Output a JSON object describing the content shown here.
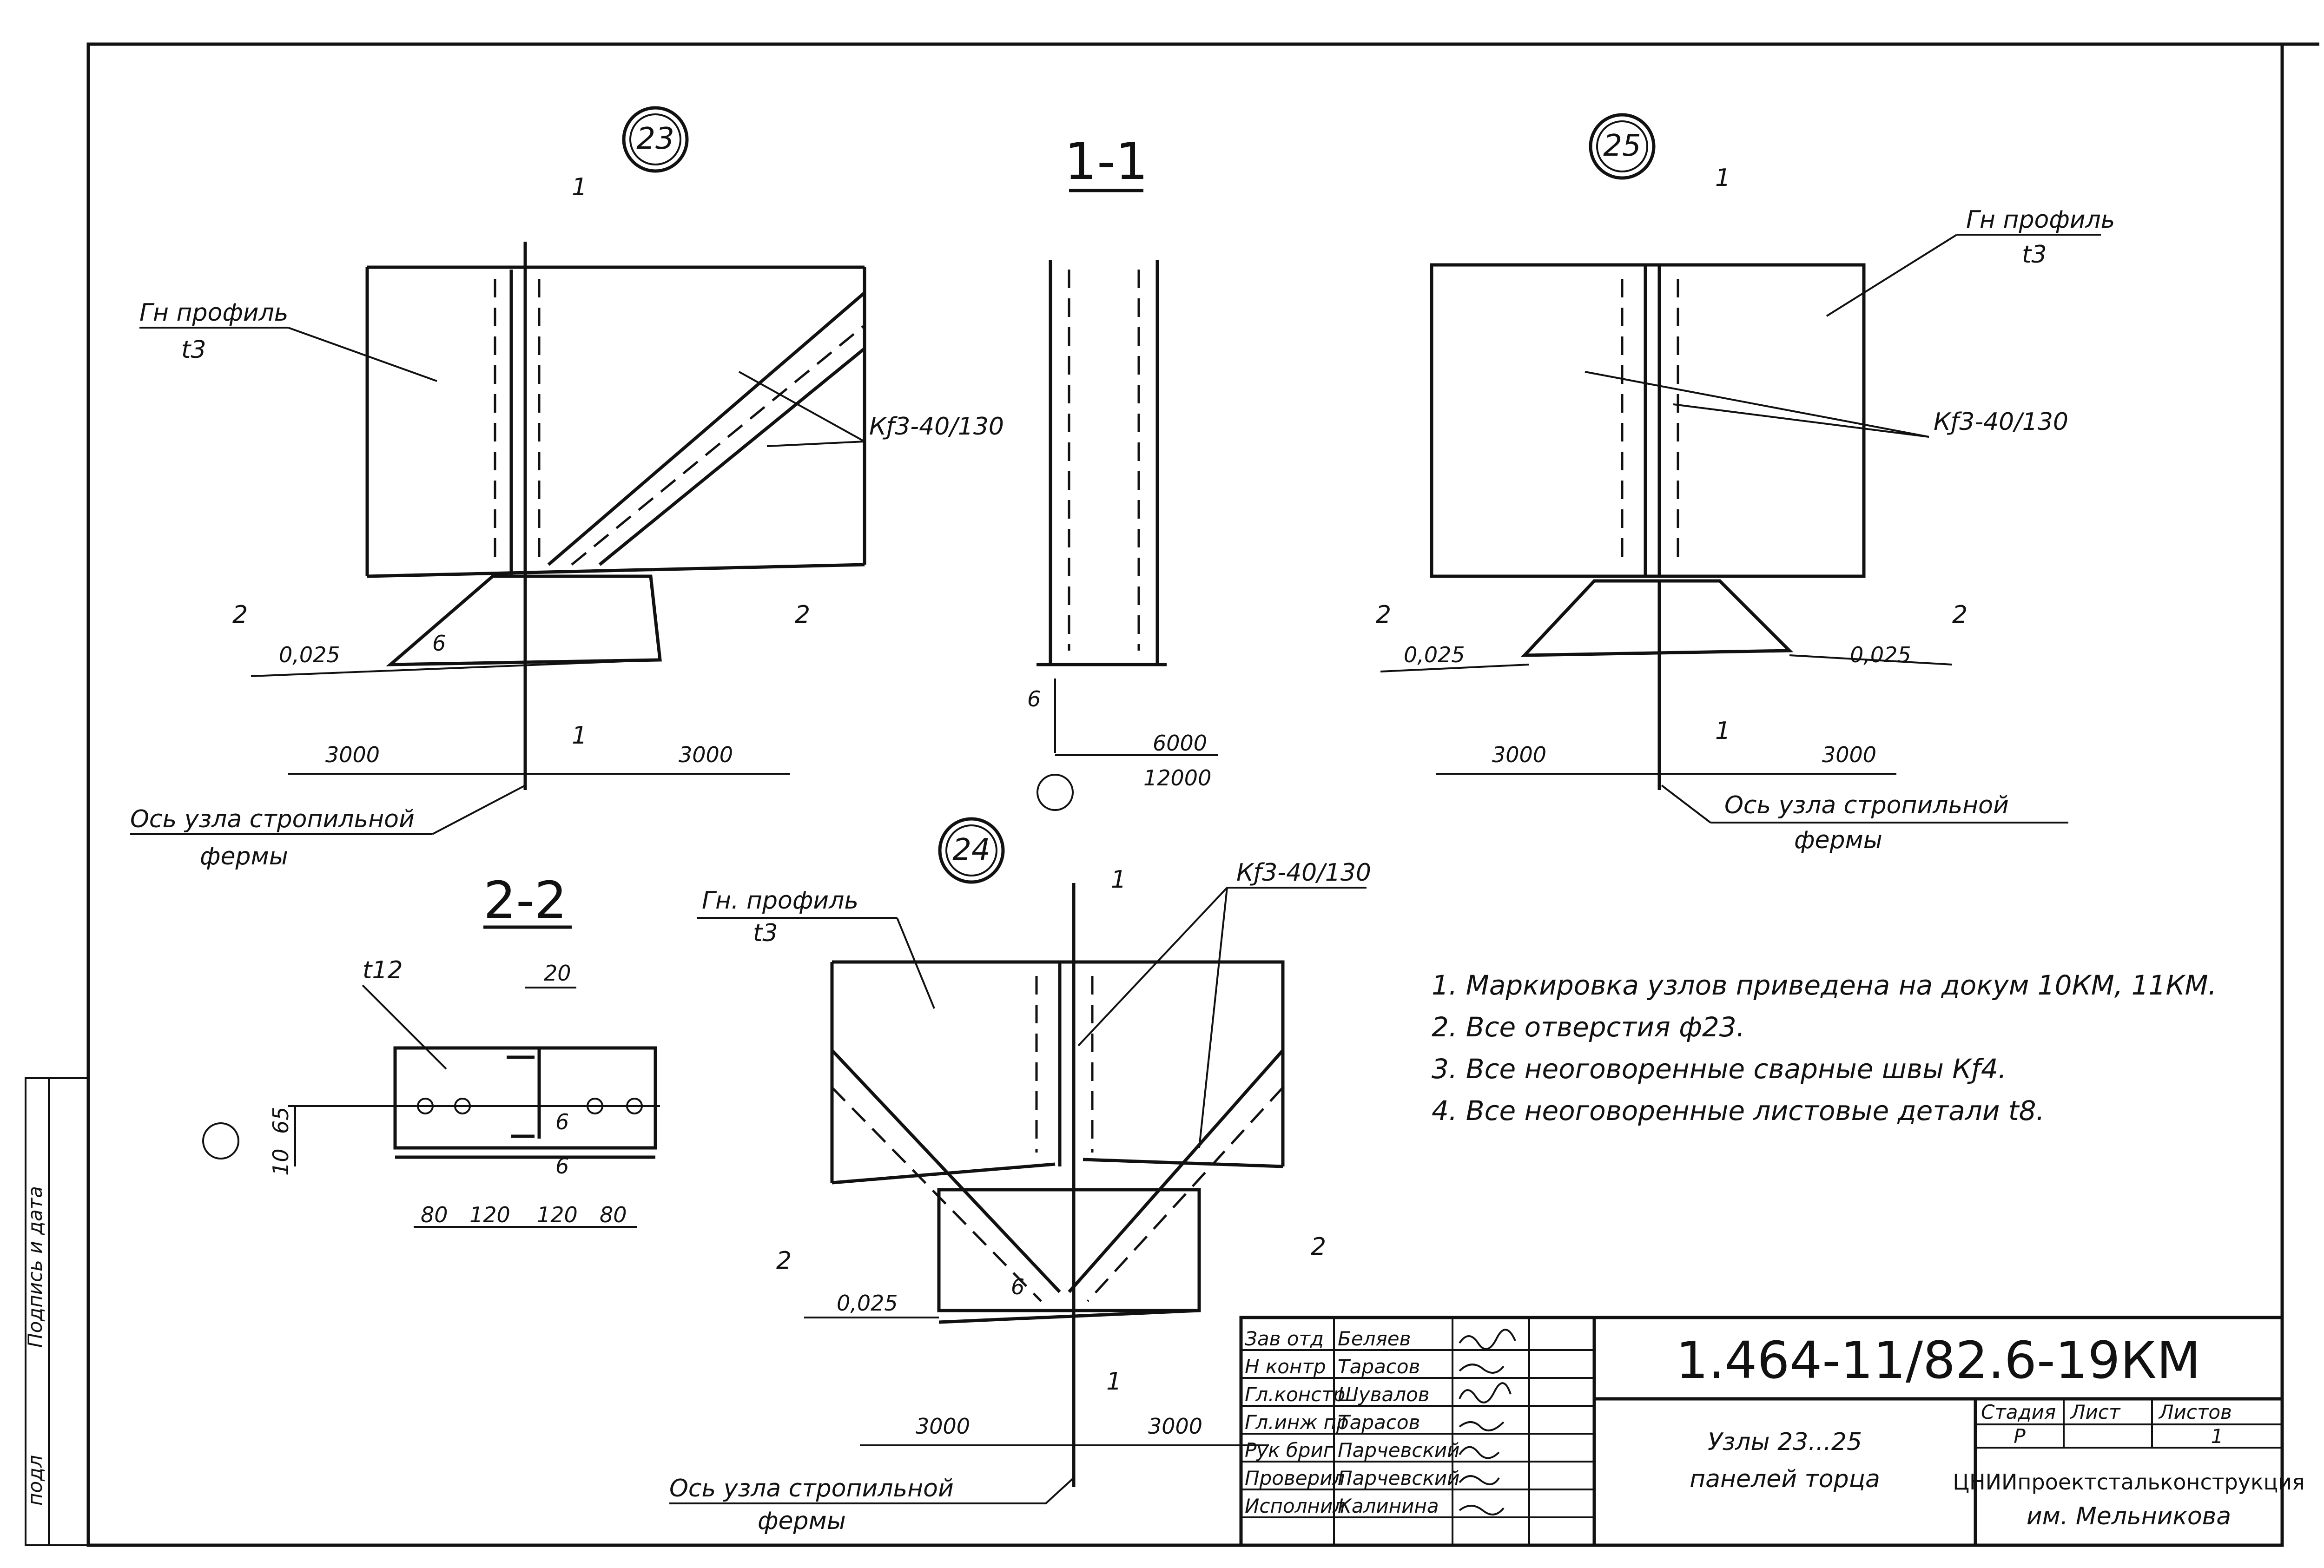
{
  "nodes": {
    "n23": "23",
    "n24": "24",
    "n25": "25"
  },
  "sections": {
    "s11": "1-1",
    "s22": "2-2"
  },
  "labels": {
    "gn23": "Гн профиль",
    "t3_23": "t3",
    "gn25": "Гн профиль",
    "t3_25": "t3",
    "gn24": "Гн. профиль",
    "t3_24": "t3",
    "weld23": "Кƒ3-40/130",
    "weld25": "Кƒ3-40/130",
    "weld24": "Кƒ3-40/130",
    "axis1": "Ось узла стропильной",
    "axis1b": "фермы",
    "axis2": "Ось узла стропильной",
    "axis2b": "фермы",
    "axis3": "Ось узла стропильной",
    "axis3b": "фермы",
    "slope": "0,025",
    "cut1": "1",
    "cut2": "2"
  },
  "dims": {
    "d3000": "3000",
    "d6000": "6000",
    "d12000": "12000",
    "d6": "6",
    "t12": "t12",
    "d20": "20",
    "d65": "65",
    "d10": "10",
    "d80": "80",
    "d120": "120"
  },
  "notes": [
    "1. Маркировка узлов приведена на докум 10КМ, 11КМ.",
    "2. Все отверстия ф23.",
    "3. Все неоговоренные сварные швы Кƒ4.",
    "4. Все неоговоренные листовые детали t8."
  ],
  "side_stamp": {
    "signature": "Подпись и дата",
    "inv": "подл"
  },
  "title_block": {
    "roles": [
      "Зав отд",
      "Н контр",
      "Гл.констр",
      "Гл.инж пр",
      "Рук бриг",
      "Проверил",
      "Исполнил"
    ],
    "names": [
      "Беляев",
      "Тарасов",
      "Шувалов",
      "Тарасов",
      "Парчевский",
      "Парчевский",
      "Калинина"
    ],
    "code": "1.464-11/82.6-19КМ",
    "title_line1": "Узлы 23...25",
    "title_line2": "панелей торца",
    "stage_label": "Стадия",
    "sheet_label": "Лист",
    "sheets_label": "Листов",
    "stage": "Р",
    "sheet": "",
    "sheets": "1",
    "org1": "ЦНИИпроектстальконструкция",
    "org2": "им. Мельникова"
  }
}
